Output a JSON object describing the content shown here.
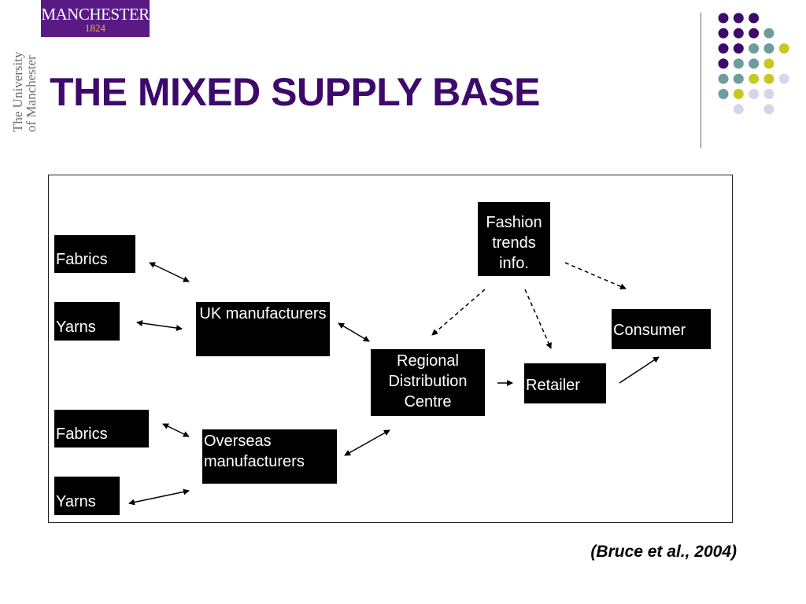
{
  "logo": {
    "word": "MANCHESTER",
    "year": "1824"
  },
  "sidebar_brand": {
    "line1": "The University",
    "line2": "of Manchester"
  },
  "title": "THE MIXED SUPPLY BASE",
  "colors": {
    "purple": "#3d0a6c",
    "teal": "#6e9c9c",
    "lime": "#c8c820",
    "lavender": "#d6d6ea"
  },
  "decor_dots": [
    [
      "purple",
      "purple",
      "purple",
      ""
    ],
    [
      "purple",
      "purple",
      "purple",
      "teal"
    ],
    [
      "purple",
      "purple",
      "teal",
      "teal",
      "lime"
    ],
    [
      "purple",
      "teal",
      "teal",
      "lime",
      ""
    ],
    [
      "teal",
      "teal",
      "lime",
      "lime",
      "lavender"
    ],
    [
      "teal",
      "lime",
      "lavender",
      "lavender",
      ""
    ],
    [
      "",
      "lavender",
      "",
      "lavender",
      ""
    ]
  ],
  "diagram": {
    "nodes": {
      "fabrics_1": "Fabrics",
      "yarns_1": "Yarns",
      "uk_manufacturers": "UK manufacturers",
      "fabrics_2": "Fabrics",
      "yarns_2": "Yarns",
      "overseas_manufacturers": "Overseas manufacturers",
      "regional_distribution_centre": "Regional Distribution Centre",
      "fashion_trends": "Fashion trends info.",
      "retailer": "Retailer",
      "consumer": "Consumer"
    }
  },
  "citation": "(Bruce et al., 2004)"
}
